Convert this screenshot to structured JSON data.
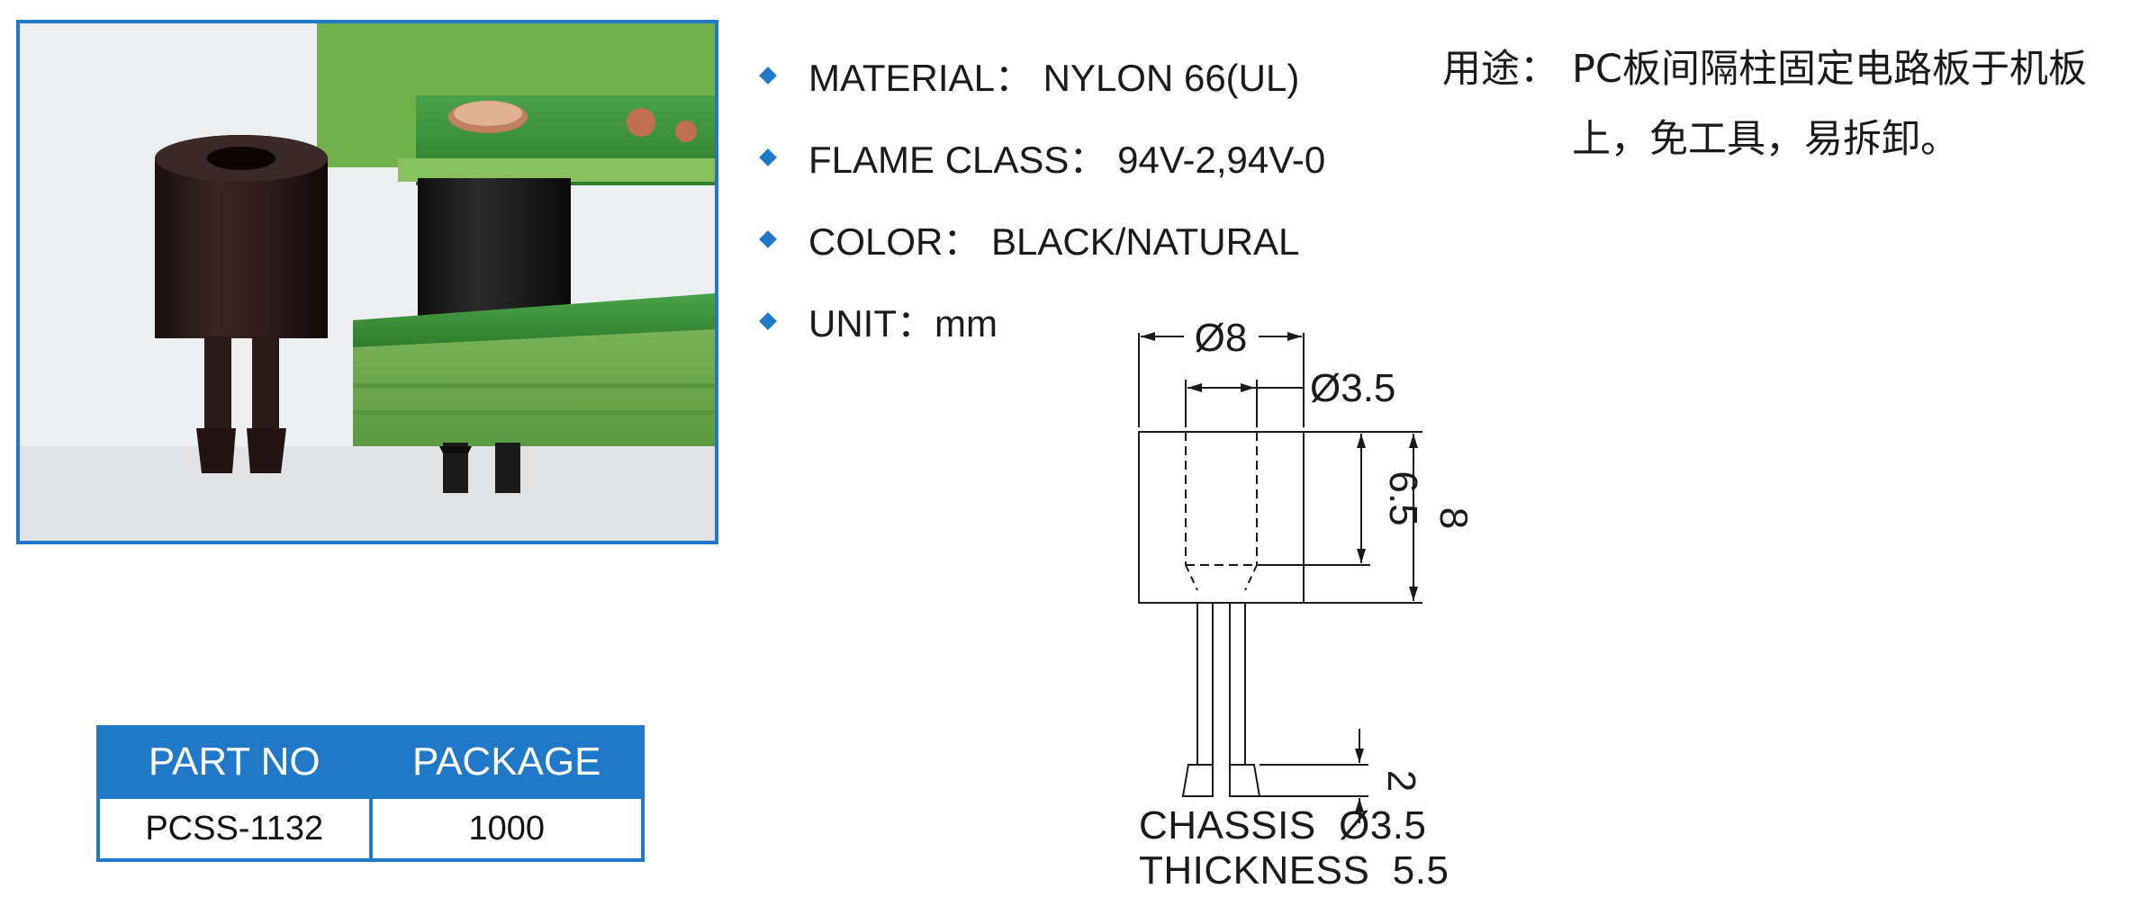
{
  "specs": [
    {
      "label": "MATERIAL： NYLON 66(UL)"
    },
    {
      "label": "FLAME CLASS： 94V-2,94V-0"
    },
    {
      "label": "COLOR： BLACK/NATURAL"
    },
    {
      "label": "UNIT：mm"
    }
  ],
  "usage": {
    "label": "用途：",
    "text": "PC板间隔柱固定电路板于机板上，免工具，易拆卸。"
  },
  "table": {
    "headers": [
      "PART NO",
      "PACKAGE"
    ],
    "rows": [
      [
        "PCSS-1132",
        "1000"
      ]
    ]
  },
  "drawing": {
    "outer_diameter": "Ø8",
    "inner_diameter": "Ø3.5",
    "height_inner": "6.5",
    "height_total": "8",
    "tip_length": "2",
    "chassis_line1": "CHASSIS  Ø3.5",
    "chassis_line2": "THICKNESS  5.5"
  },
  "colors": {
    "accent": "#1f78c8",
    "pcb_green": "#3c8f3a",
    "part_black": "#2a1a1a"
  }
}
